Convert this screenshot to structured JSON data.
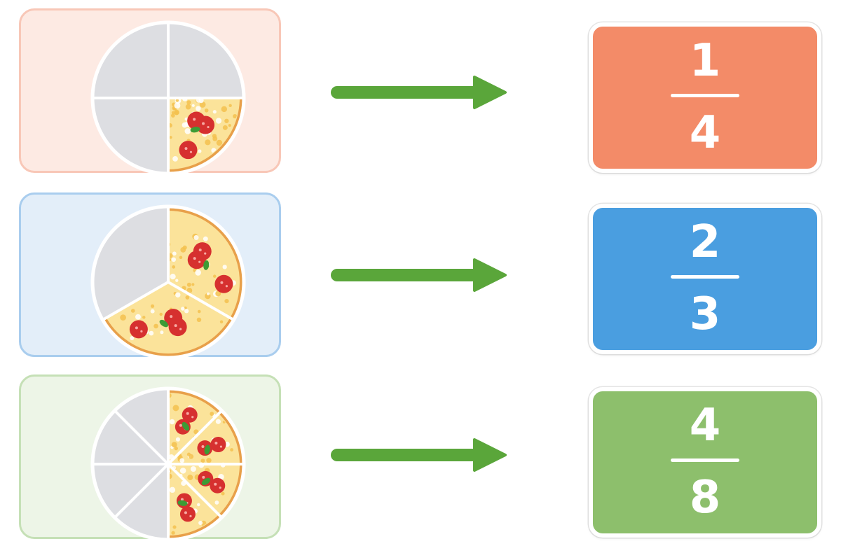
{
  "rows": [
    {
      "numerator": "1",
      "denominator": "4",
      "slices_total": 4,
      "slices_shaded": 1,
      "card_bg": "#fdeae3",
      "card_border": "#f8c7b7",
      "fraction_bg": "#f38b68"
    },
    {
      "numerator": "2",
      "denominator": "3",
      "slices_total": 3,
      "slices_shaded": 2,
      "card_bg": "#e3eef9",
      "card_border": "#a9cdee",
      "fraction_bg": "#4a9ee0"
    },
    {
      "numerator": "4",
      "denominator": "8",
      "slices_total": 8,
      "slices_shaded": 4,
      "card_bg": "#edf5e7",
      "card_border": "#c5e0b6",
      "fraction_bg": "#8dbf6c"
    }
  ],
  "colors": {
    "arrow": "#5aa63a",
    "empty_slice": "#dddee2",
    "crust": "#e8a04a",
    "cheese": "#fbe39a",
    "pepperoni": "#d6302f",
    "basil": "#3d9b35"
  },
  "icons": {
    "pizza": "pizza-icon",
    "arrow": "arrow-right-icon"
  }
}
